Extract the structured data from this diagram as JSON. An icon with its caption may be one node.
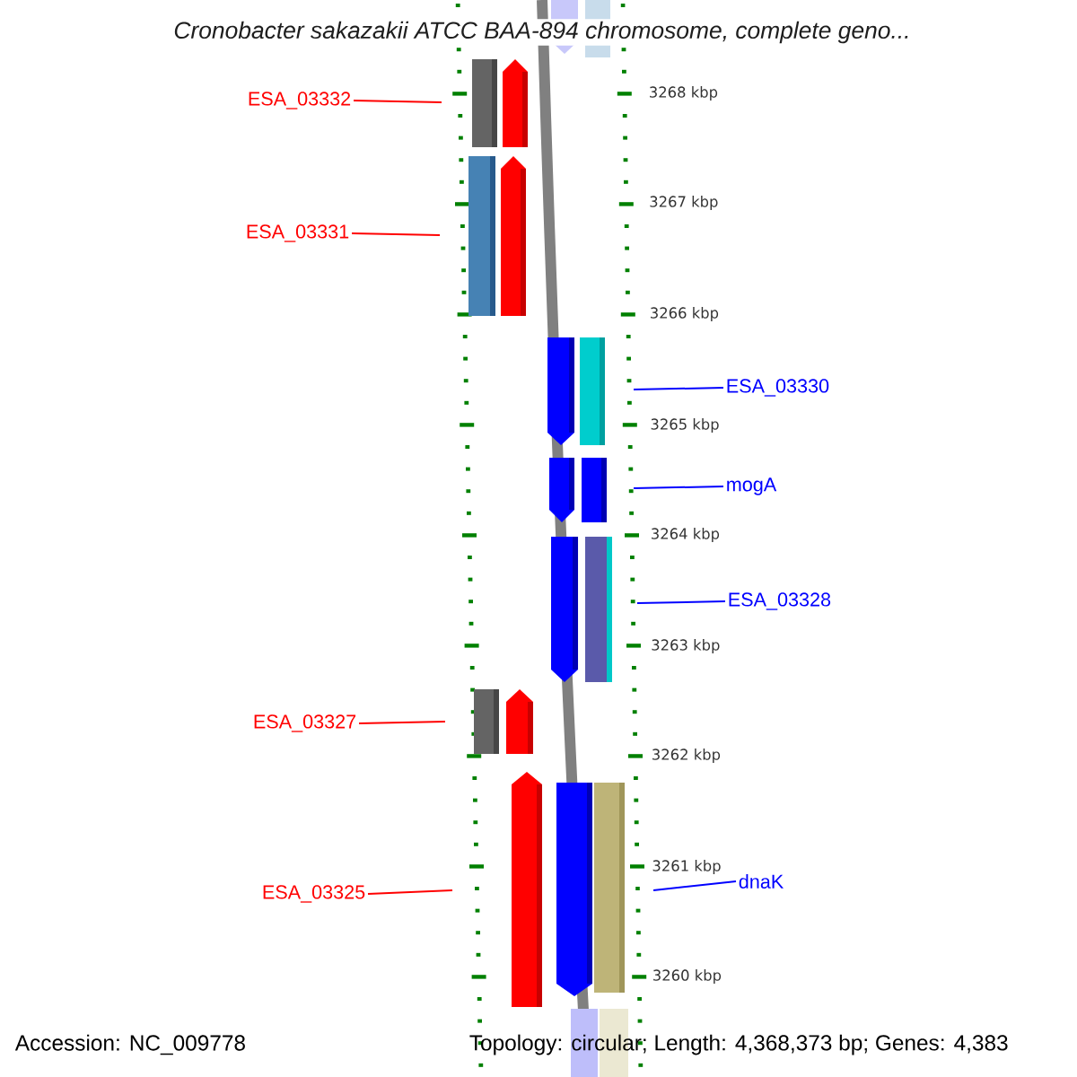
{
  "diagram": {
    "title": "Cronobacter sakazakii ATCC BAA-894 chromosome, complete geno...",
    "nodes": [
      {
        "text": [
          "ESA_03332"
        ]
      },
      {
        "text": [
          "ESA_03331"
        ]
      },
      {
        "text": [
          "ESA_03330"
        ]
      },
      {
        "text": [
          "mogA"
        ]
      },
      {
        "text": [
          "ESA_03328"
        ]
      },
      {
        "text": [
          "ESA_03327"
        ]
      },
      {
        "text": [
          "dnaK"
        ]
      },
      {
        "text": [
          "ESA_03325"
        ]
      }
    ],
    "edges": [
      {
        "from": 0,
        "to": null,
        "arrow": "none",
        "color": "#ff0000"
      },
      {
        "from": 1,
        "to": null,
        "arrow": "none",
        "color": "#ff0000"
      },
      {
        "from": 2,
        "to": null,
        "arrow": "none",
        "color": "#0000ff"
      },
      {
        "from": 3,
        "to": null,
        "arrow": "none",
        "color": "#0000ff"
      },
      {
        "from": 4,
        "to": null,
        "arrow": "none",
        "color": "#0000ff"
      },
      {
        "from": 5,
        "to": null,
        "arrow": "none",
        "color": "#ff0000"
      },
      {
        "from": 6,
        "to": null,
        "arrow": "none",
        "color": "#0000ff"
      },
      {
        "from": 7,
        "to": null,
        "arrow": "none",
        "color": "#ff0000"
      }
    ],
    "labels": [
      "3268 kbp",
      "3267 kbp",
      "3266 kbp",
      "3265 kbp",
      "3264 kbp",
      "3263 kbp",
      "3262 kbp",
      "3261 kbp",
      "3260 kbp",
      "Accession: NC_009778",
      "Topology: circular; Length: 4,368,373 bp; Genes: 4,383"
    ]
  }
}
